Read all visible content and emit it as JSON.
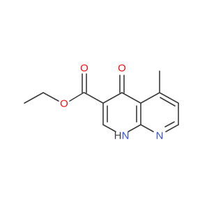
{
  "molecule": {
    "atoms": {
      "carbonyl_o": {
        "symbol": "O",
        "color": "#ff0d0d"
      },
      "ester_carbonyl_o": {
        "symbol": "O",
        "color": "#ff0d0d"
      },
      "ester_o": {
        "symbol": "O",
        "color": "#ff0d0d"
      },
      "ring_n": {
        "symbol": "N",
        "color": "#3050f8"
      },
      "nh_n": {
        "symbol": "N",
        "color": "#3050f8"
      },
      "nh_h": {
        "symbol": "H",
        "color": "#3a3a3a"
      }
    },
    "bond_color": "#3a3a3a"
  }
}
